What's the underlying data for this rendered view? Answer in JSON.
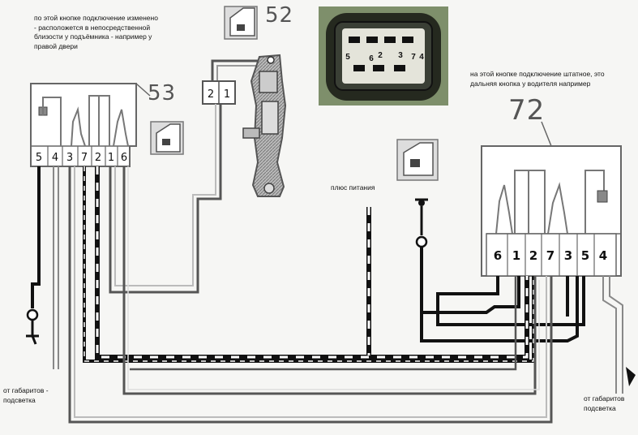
{
  "labels": {
    "note_switch53": "по этой кнопке подключение изменено - расположется в непосредственной близости у подъёмника - например у правой двери",
    "note_switch72": "на этой кнопке подключение штатное, это дальняя кнопка у водителя например",
    "power_plus": "плюс питания",
    "from_marker_left": "от габаритов - подсветка",
    "from_marker_right": "от габаритов подсветка",
    "id_52": "52",
    "id_53": "53",
    "id_72": "72"
  },
  "pins": {
    "switch53": [
      "5",
      "4",
      "3",
      "7",
      "2",
      "1",
      "6"
    ],
    "switch72": [
      "6",
      "1",
      "2",
      "7",
      "3",
      "5",
      "4"
    ],
    "motor52": [
      "2",
      "1"
    ],
    "connector_photo": [
      "5",
      "6",
      "2",
      "3",
      "7",
      "4"
    ]
  }
}
